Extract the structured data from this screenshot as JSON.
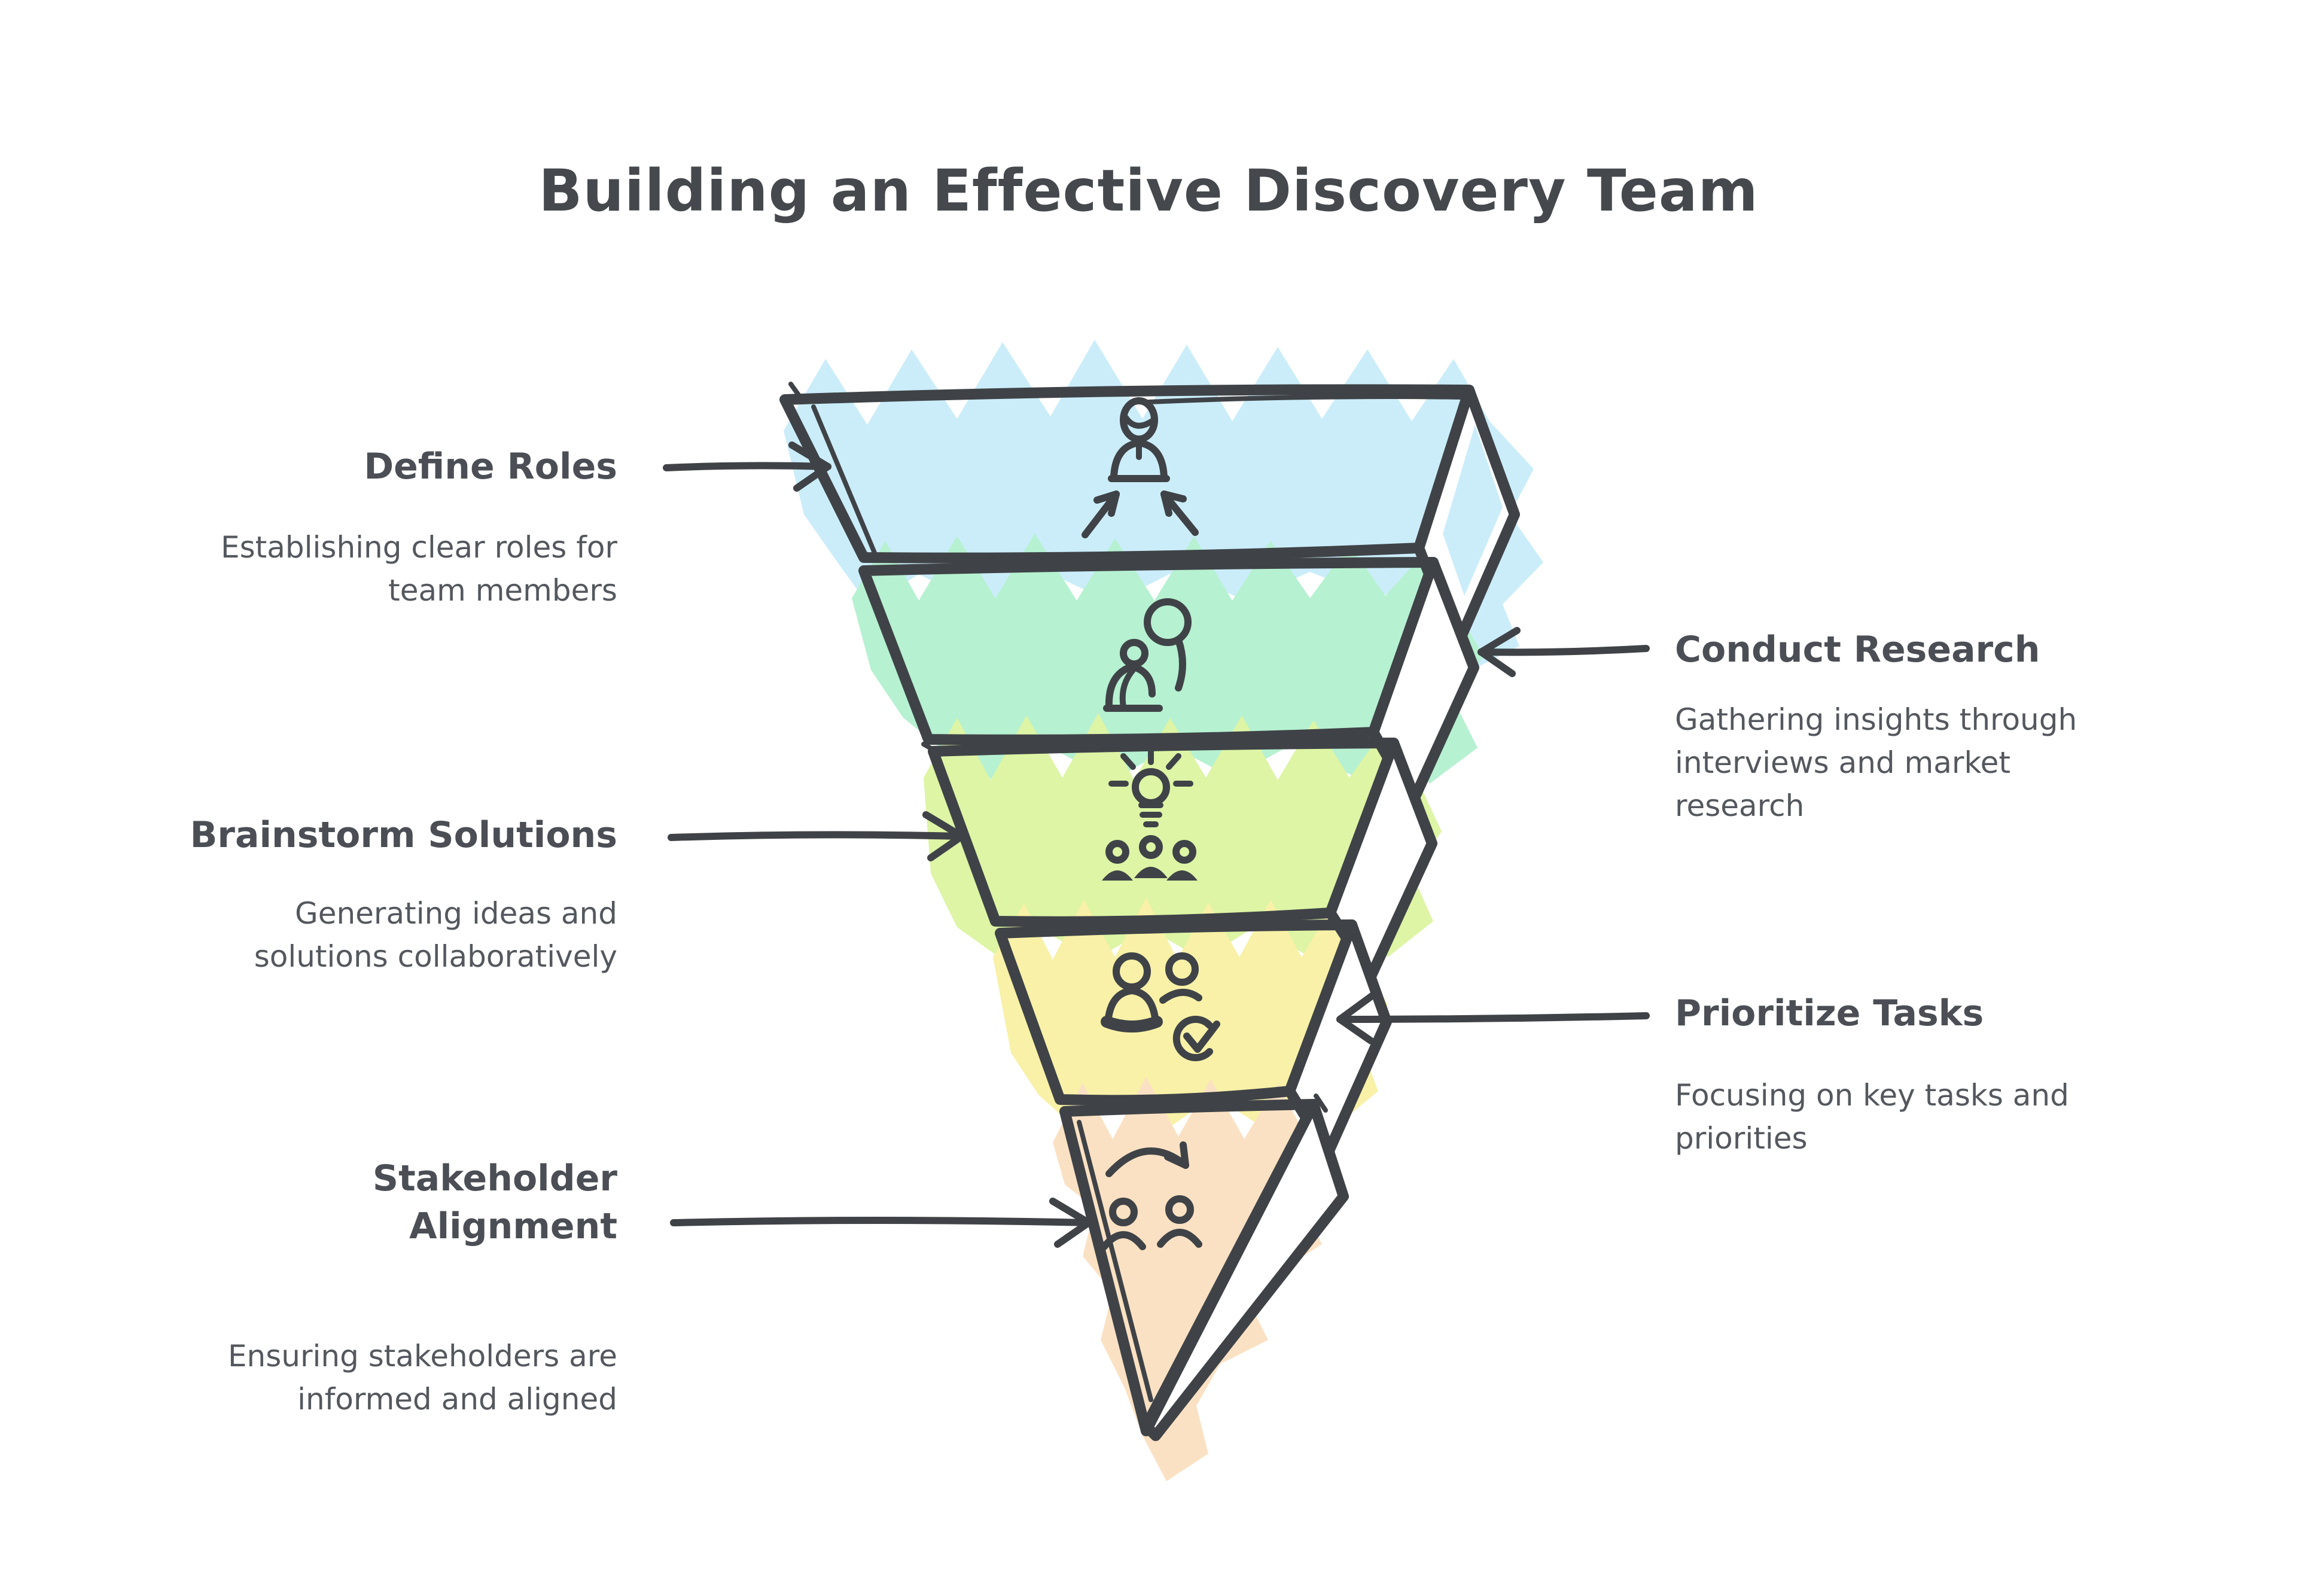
{
  "title": "Building an Effective Discovery Team",
  "diagram_type": "inverted-funnel",
  "palette": {
    "ink": "#3f4347",
    "title_color": "#45494e",
    "heading_color": "#4b4f55",
    "body_color": "#54585e",
    "background": "#ffffff"
  },
  "levels": [
    {
      "name": "Define Roles",
      "description": "Establishing clear roles for\nteam members",
      "color": "#cbedfa",
      "icon": "person-target-icon",
      "label_side": "left"
    },
    {
      "name": "Conduct Research",
      "description": "Gathering insights through\ninterviews and market\nresearch",
      "color": "#b6f1d1",
      "icon": "person-magnifier-icon",
      "label_side": "right"
    },
    {
      "name": "Brainstorm Solutions",
      "description": "Generating ideas and\nsolutions collaboratively",
      "color": "#ddf5a5",
      "icon": "idea-group-icon",
      "label_side": "left"
    },
    {
      "name": "Prioritize Tasks",
      "description": "Focusing on key tasks and\npriorities",
      "color": "#f8f1a7",
      "icon": "people-check-icon",
      "label_side": "right"
    },
    {
      "name": "Stakeholder Alignment",
      "description": "Ensuring stakeholders are\ninformed and aligned",
      "color": "#fbe1c3",
      "icon": "handoff-people-icon",
      "label_side": "left"
    }
  ]
}
